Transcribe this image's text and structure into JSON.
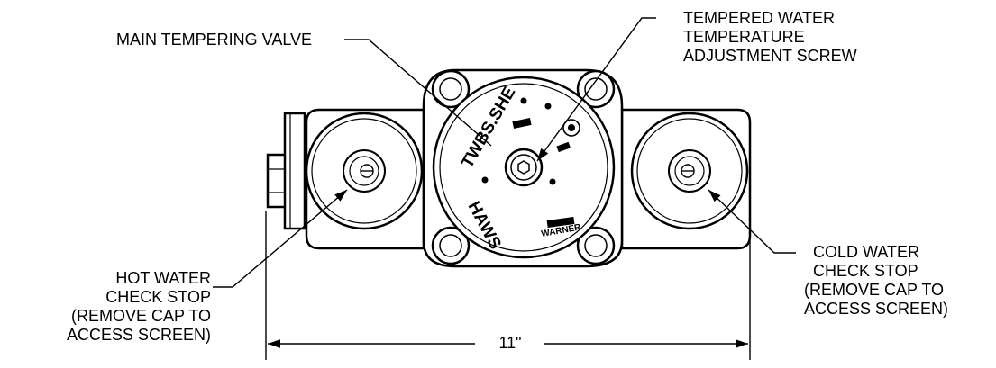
{
  "callouts": {
    "main_valve": "MAIN TEMPERING VALVE",
    "tempered_water": [
      "TEMPERED WATER",
      "TEMPERATURE",
      "ADJUSTMENT SCREW"
    ],
    "hot_water": [
      "HOT WATER",
      "CHECK STOP",
      "(REMOVE CAP TO",
      "ACCESS SCREEN)"
    ],
    "cold_water": [
      "COLD WATER",
      "CHECK STOP",
      "(REMOVE CAP TO",
      "ACCESS SCREEN)"
    ]
  },
  "dimension": {
    "width_label": "11\""
  },
  "valve_face": {
    "brand_top": "TWBS.SHE",
    "brand_bottom": "HAWS",
    "maker": "WARNER"
  }
}
